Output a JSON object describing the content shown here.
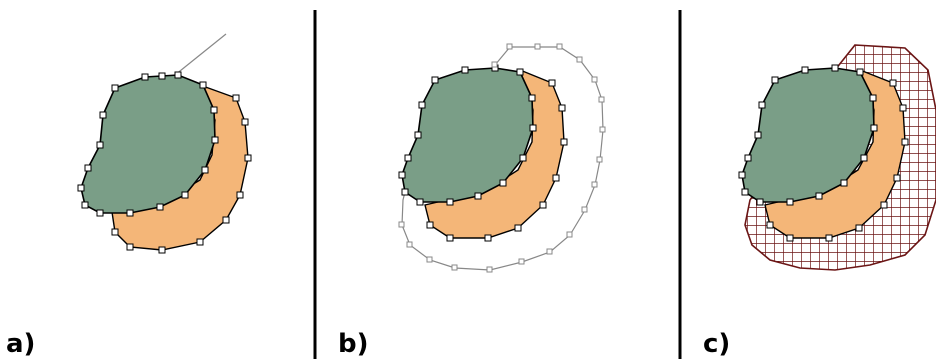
{
  "panels": [
    {
      "id": "a",
      "label": "a)"
    },
    {
      "id": "b",
      "label": "b)"
    },
    {
      "id": "c",
      "label": "c)"
    }
  ],
  "colors": {
    "green_region": "#7a9e87",
    "orange_region": "#f4b678",
    "outline": "#000000",
    "guide_line": "#888888",
    "hatch": "#6b1515"
  }
}
